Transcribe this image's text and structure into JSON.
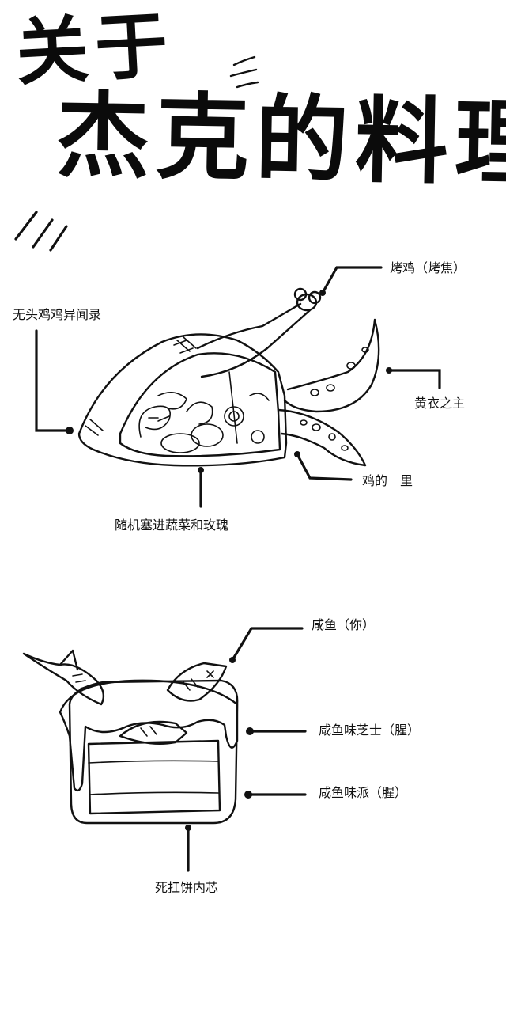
{
  "title": {
    "line1": "关于",
    "line2": "杰克的料理"
  },
  "dish1": {
    "labels": {
      "roast_chicken": "烤鸡（烤焦）",
      "headless_chicken": "无头鸡鸡异闻录",
      "yellow_king": "黄衣之主",
      "chicken_inside": "鸡的　里",
      "stuffing": "随机塞进蔬菜和玫瑰"
    }
  },
  "dish2": {
    "labels": {
      "salted_fish": "咸鱼（你）",
      "cheese": "咸鱼味芝士（腥）",
      "pie": "咸鱼味派（腥）",
      "core": "死扛饼内芯"
    }
  }
}
